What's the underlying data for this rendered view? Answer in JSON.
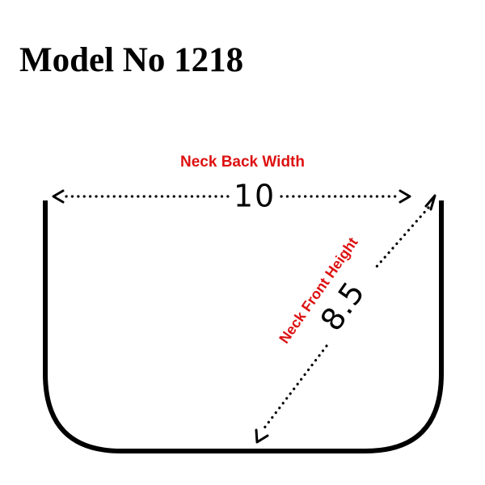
{
  "title": "Model No 1218",
  "measurements": {
    "back_width": {
      "label": "Neck Back Width",
      "value": "10"
    },
    "front_height": {
      "label": "Neck Front Height",
      "value": "8.5"
    }
  },
  "colors": {
    "label": "#dd1111",
    "outline": "#000000",
    "background": "#ffffff"
  }
}
